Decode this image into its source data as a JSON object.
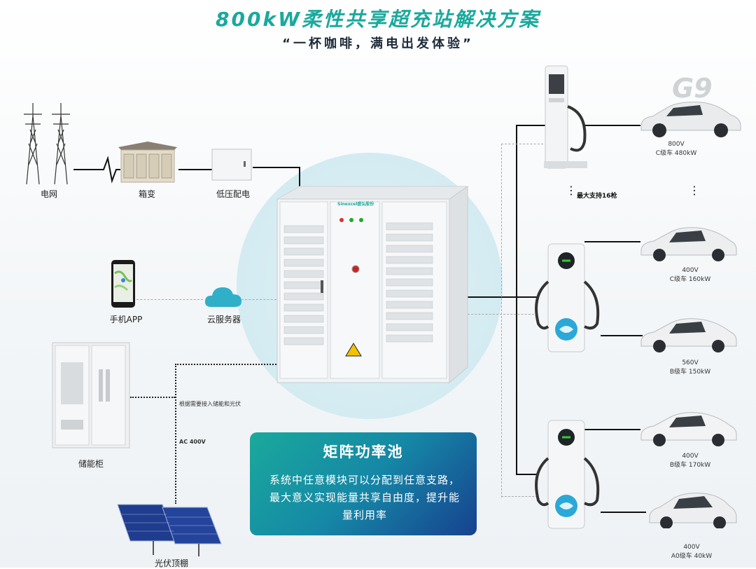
{
  "header": {
    "title": "800kW柔性共享超充站解决方案",
    "subtitle": "“一杯咖啡，满电出发体验”"
  },
  "grid": {
    "power_grid_label": "电网",
    "box_transformer_label": "箱变",
    "low_voltage_label": "低压配电"
  },
  "left": {
    "phone_app_label": "手机APP",
    "cloud_label": "云服务器",
    "storage_label": "储能柜",
    "pv_label": "光伏顶棚",
    "note_storage_pv": "根据需要接入储能和光伏",
    "ac_label": "AC 400V"
  },
  "cabinet": {
    "brand": "Sinexcel盛弘股份"
  },
  "info": {
    "title": "矩阵功率池",
    "text": "系统中任意模块可以分配到任意支路，最大意义实现能量共享自由度，提升能量利用率"
  },
  "chargers": {
    "max_guns": "最大支持16枪"
  },
  "brand_mark": "G9",
  "cars": [
    {
      "voltage": "800V",
      "spec": "C级车 480kW"
    },
    {
      "voltage": "400V",
      "spec": "C级车 160kW"
    },
    {
      "voltage": "560V",
      "spec": "B级车 150kW"
    },
    {
      "voltage": "400V",
      "spec": "B级车 170kW"
    },
    {
      "voltage": "400V",
      "spec": "A0级车 40kW"
    }
  ],
  "colors": {
    "accent": "#1aa99c",
    "dark": "#1e2b3a",
    "box_end": "#17418f"
  }
}
